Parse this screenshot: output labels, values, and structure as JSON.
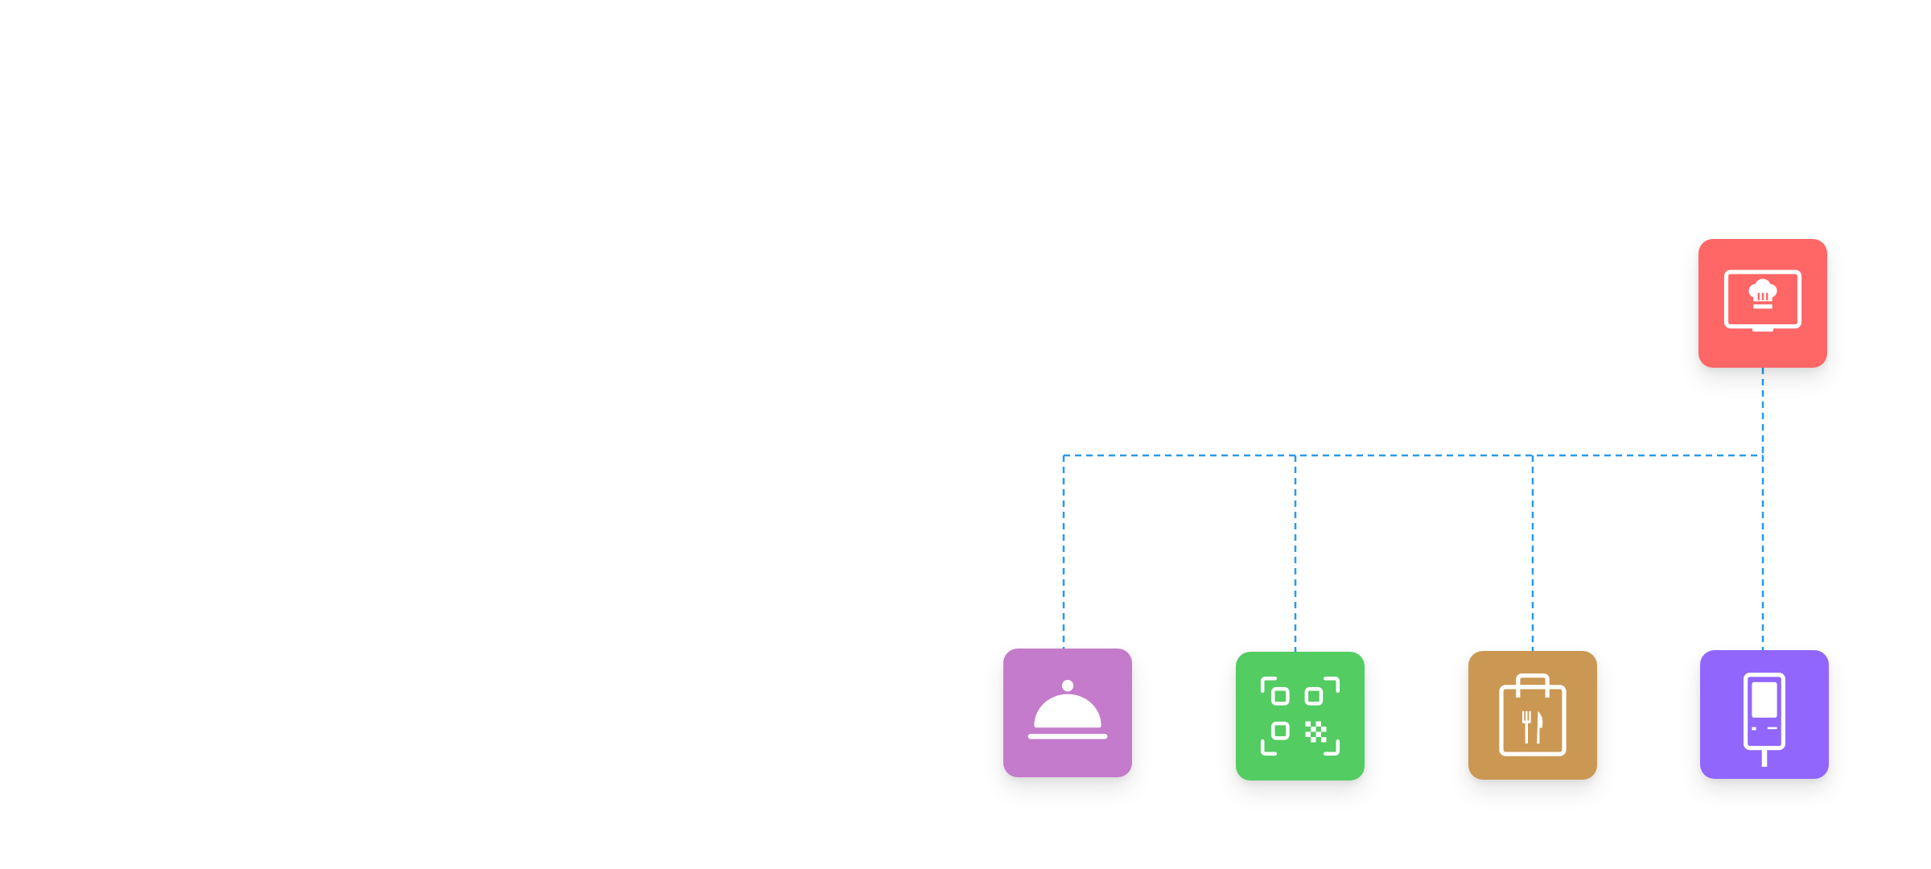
{
  "diagram": {
    "connector_color": "#2b9ae8",
    "root": {
      "id": "kitchen-display",
      "icon": "kitchen-display-chef-hat-icon",
      "color": "#ff6666"
    },
    "children": [
      {
        "id": "table-service",
        "icon": "food-cloche-icon",
        "color": "#c57bcb"
      },
      {
        "id": "qr-ordering",
        "icon": "qr-code-scan-icon",
        "color": "#53cc62"
      },
      {
        "id": "takeaway",
        "icon": "takeaway-bag-icon",
        "color": "#cb9853"
      },
      {
        "id": "self-kiosk",
        "icon": "self-service-kiosk-icon",
        "color": "#9166fd"
      }
    ]
  }
}
